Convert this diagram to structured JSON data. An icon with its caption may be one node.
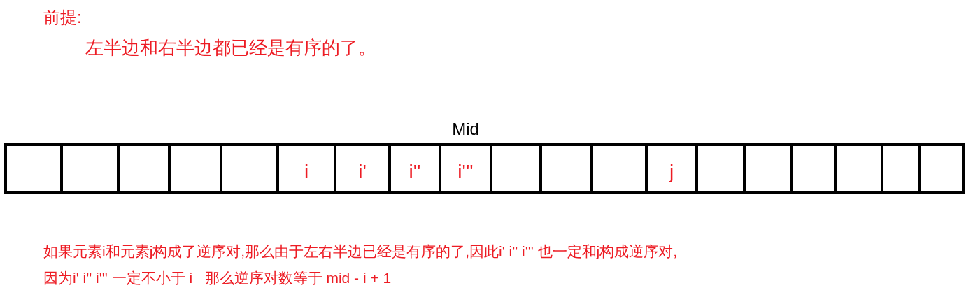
{
  "diagram": {
    "nodes": [
      {
        "text": [],
        "shape": "box"
      },
      {
        "text": [],
        "shape": "box"
      },
      {
        "text": [],
        "shape": "box"
      },
      {
        "text": [],
        "shape": "box"
      },
      {
        "text": [],
        "shape": "box"
      },
      {
        "text": [
          "i"
        ]
      },
      {
        "text": [
          "i'"
        ]
      },
      {
        "text": [
          "i''"
        ]
      },
      {
        "text": [
          "i'''"
        ],
        "beside": [
          "Mid"
        ]
      },
      {
        "text": [],
        "shape": "box"
      },
      {
        "text": [],
        "shape": "box"
      },
      {
        "text": [],
        "shape": "box"
      },
      {
        "text": [
          "j"
        ]
      },
      {
        "text": [],
        "shape": "box"
      },
      {
        "text": [],
        "shape": "box"
      },
      {
        "text": [],
        "shape": "box"
      },
      {
        "text": [],
        "shape": "box"
      },
      {
        "text": [],
        "shape": "box"
      },
      {
        "text": [],
        "shape": "box"
      }
    ],
    "labels": [
      "前提:",
      "左半边和右半边都已经是有序的了。",
      "如果元素i和元素j构成了逆序对,那么由于左右半边已经是有序的了,因此i' i'' i''' 也一定和j构成逆序对,",
      "因为i' i'' i''' 一定不小于 i   那么逆序对数等于 mid - i + 1"
    ]
  }
}
